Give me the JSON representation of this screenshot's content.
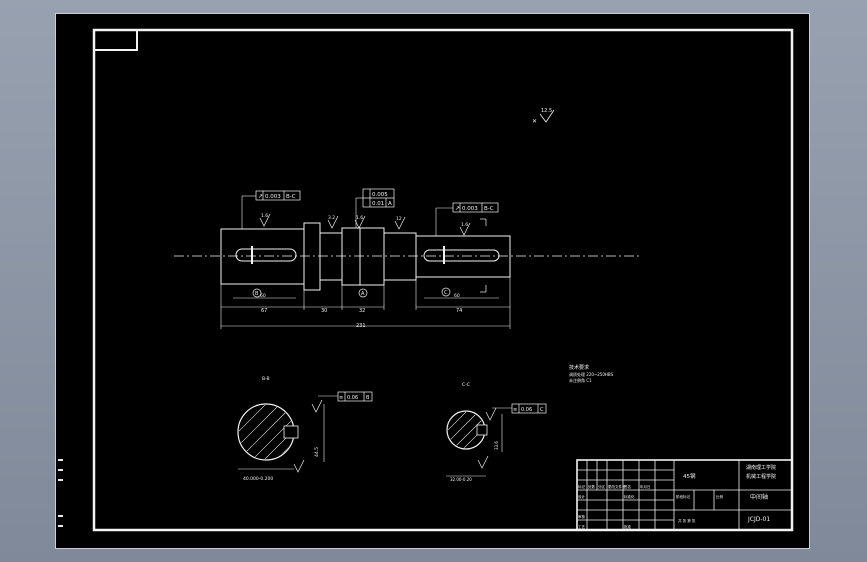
{
  "drawing": {
    "surface_roughness_note": "12.5",
    "tolerances": {
      "left_runout": "0.003",
      "left_runout_datum": "B-C",
      "mid_runout_1": "0.005",
      "mid_runout_2": "0.01",
      "mid_runout_datum": "A",
      "right_runout": "0.003",
      "right_runout_datum": "B-C",
      "left_section": "0.06",
      "left_section_datum": "B",
      "right_section": "0.06",
      "right_section_datum": "C"
    },
    "roughness_values": [
      "1.6",
      "3.2",
      "1.6",
      "12",
      "1.6"
    ],
    "datum_labels": [
      "B",
      "A",
      "C"
    ],
    "dimensions": {
      "d1": "67",
      "d2": "30",
      "d3": "32",
      "d4": "74",
      "total": "231",
      "left_end_width": "60",
      "right_end_width": "60",
      "left_key_depth": "44.5",
      "right_key_depth": "33.6",
      "left_key_width": "40.000-0.200",
      "right_key_width": "32.00-0.20"
    },
    "section_labels": [
      "B-B",
      "C-C"
    ],
    "notes_heading": "技术要求",
    "notes_line": "调质处理 220~250HBS",
    "notes_line2": "未注倒角 C1"
  },
  "title_block": {
    "material": "45钢",
    "school": "湖南理工学院",
    "school_line2": "机械工程学院",
    "part_name": "中间轴",
    "drawing_no": "JCJD-01",
    "sheet_labels": [
      "标记",
      "处数",
      "分区",
      "更改文件号",
      "签名",
      "年月日"
    ],
    "role_labels": [
      "设计",
      "审核",
      "工艺",
      "标准化",
      "批准"
    ],
    "stage_label": "阶段标记",
    "scale_label": "比例",
    "sheet_count": "共 张 第 张"
  }
}
